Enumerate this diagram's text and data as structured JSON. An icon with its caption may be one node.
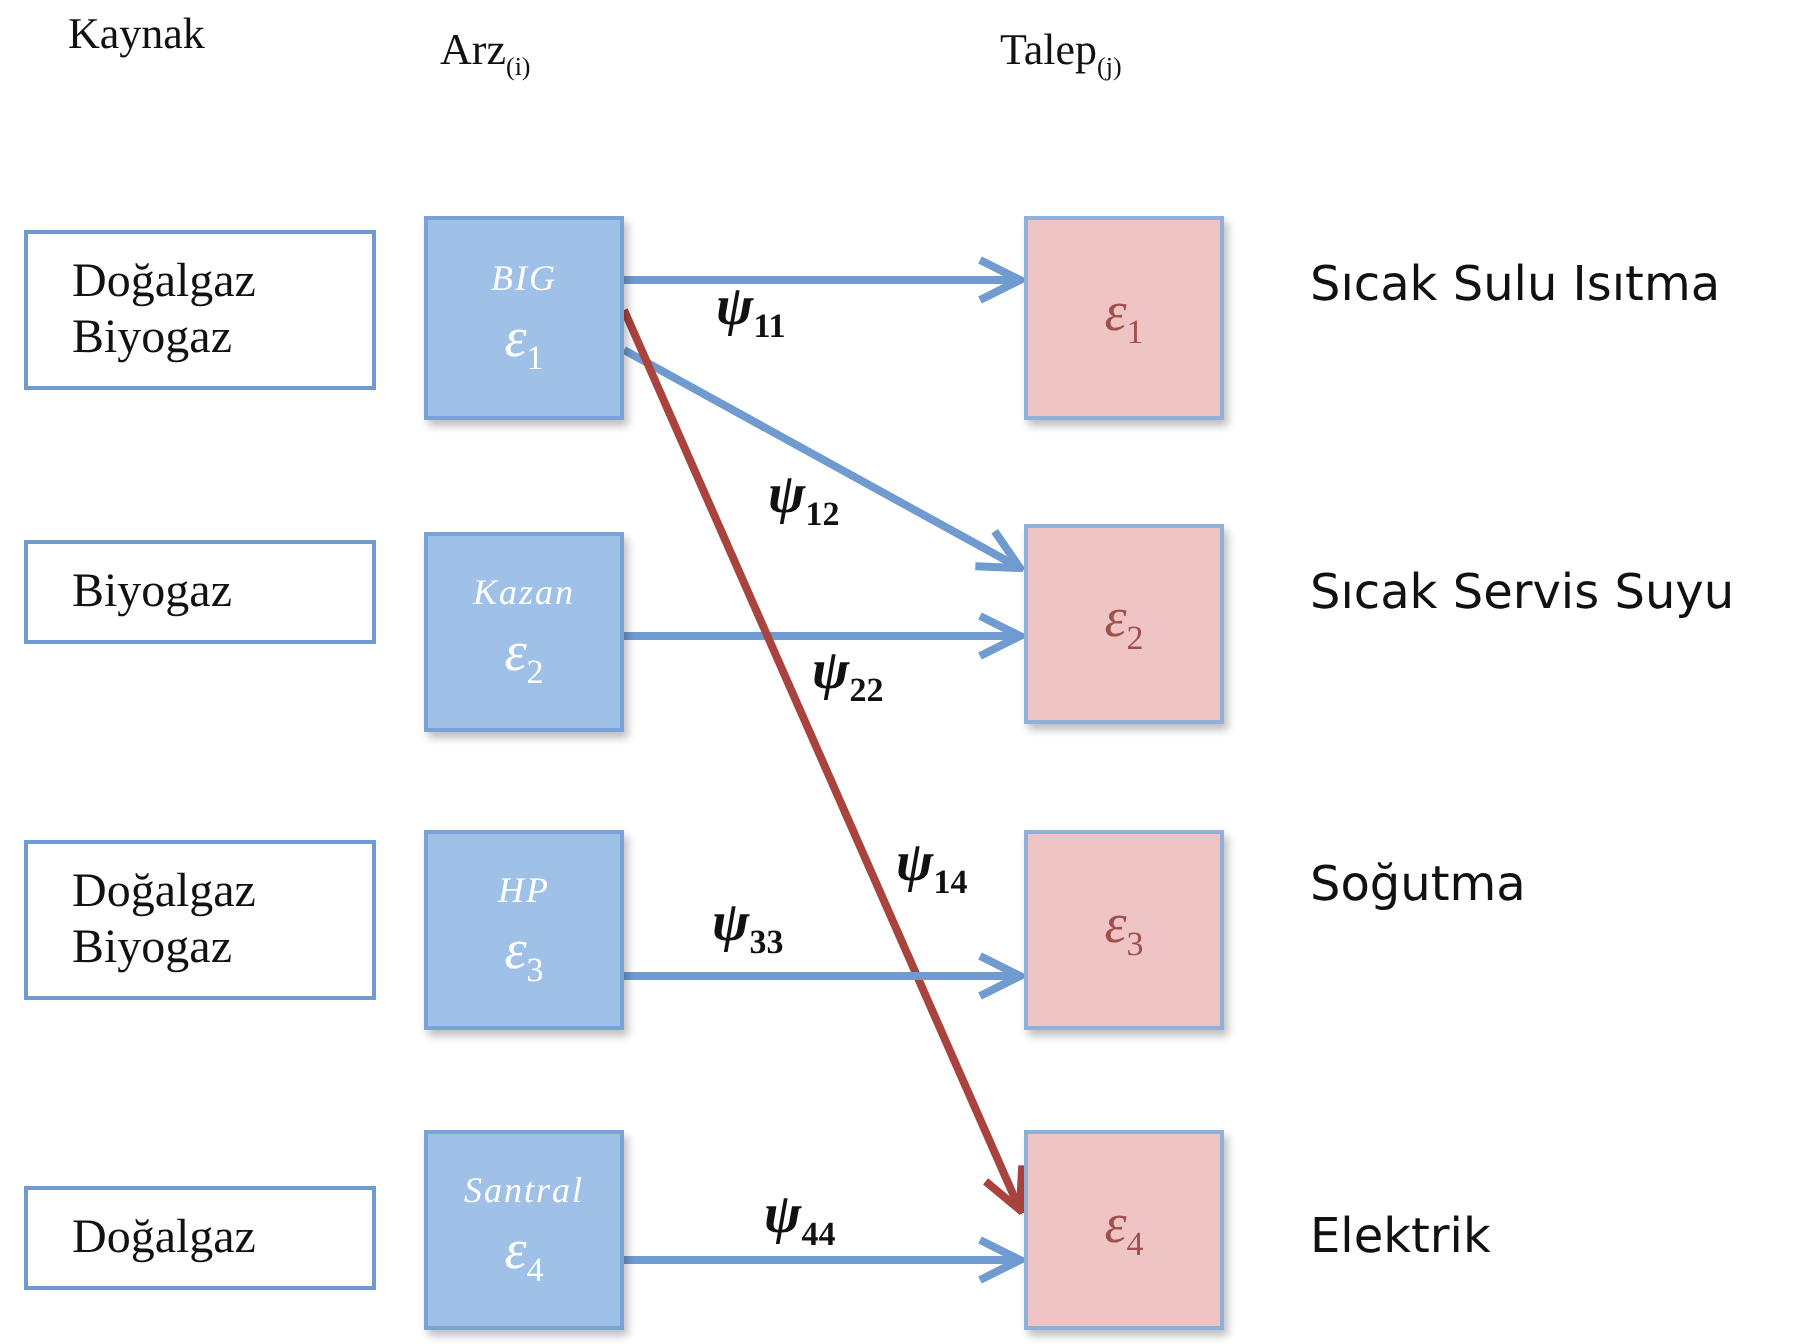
{
  "diagram": {
    "nodes": [
      {
        "text": [
          "Doğalgaz Biyogaz"
        ]
      },
      {
        "text": [
          "Biyogaz"
        ]
      },
      {
        "text": [
          "Doğalgaz Biyogaz"
        ]
      },
      {
        "text": [
          "Doğalgaz"
        ]
      },
      {
        "text": [
          "BIG",
          "ε$_{1}$"
        ]
      },
      {
        "text": [
          "Kazan",
          "ε$_{2}$"
        ]
      },
      {
        "text": [
          "HP",
          "ε$_{3}$"
        ]
      },
      {
        "text": [
          "Santral",
          "ε$_{4}$"
        ]
      },
      {
        "text": [
          "ε$_{1}$"
        ],
        "beside": [
          "Sıcak Sulu Isıtma"
        ]
      },
      {
        "text": [
          "ε$_{2}$"
        ],
        "beside": [
          "Sıcak Servis Suyu"
        ]
      },
      {
        "text": [
          "ε$_{3}$"
        ],
        "beside": [
          "Soğutma"
        ]
      },
      {
        "text": [
          "ε$_{4}$"
        ],
        "beside": [
          "Elektrik"
        ]
      }
    ],
    "edges": [
      {
        "from": 4,
        "to": 8,
        "arrow": "to",
        "label": "ψ$_{11}$"
      },
      {
        "from": 4,
        "to": 9,
        "arrow": "to",
        "label": "ψ$_{12}$"
      },
      {
        "from": 5,
        "to": 9,
        "arrow": "to",
        "label": "ψ$_{22}$"
      },
      {
        "from": 4,
        "to": 11,
        "arrow": "to",
        "label": "ψ$_{14}$",
        "color": "#a8433e"
      },
      {
        "from": 6,
        "to": 10,
        "arrow": "to",
        "label": "ψ$_{33}$"
      },
      {
        "from": 7,
        "to": 11,
        "arrow": "to",
        "label": "ψ$_{44}$"
      }
    ],
    "labels": [
      "Kaynak",
      "Arz$_{(i)}$",
      "Talep$_{(j)}$"
    ]
  }
}
